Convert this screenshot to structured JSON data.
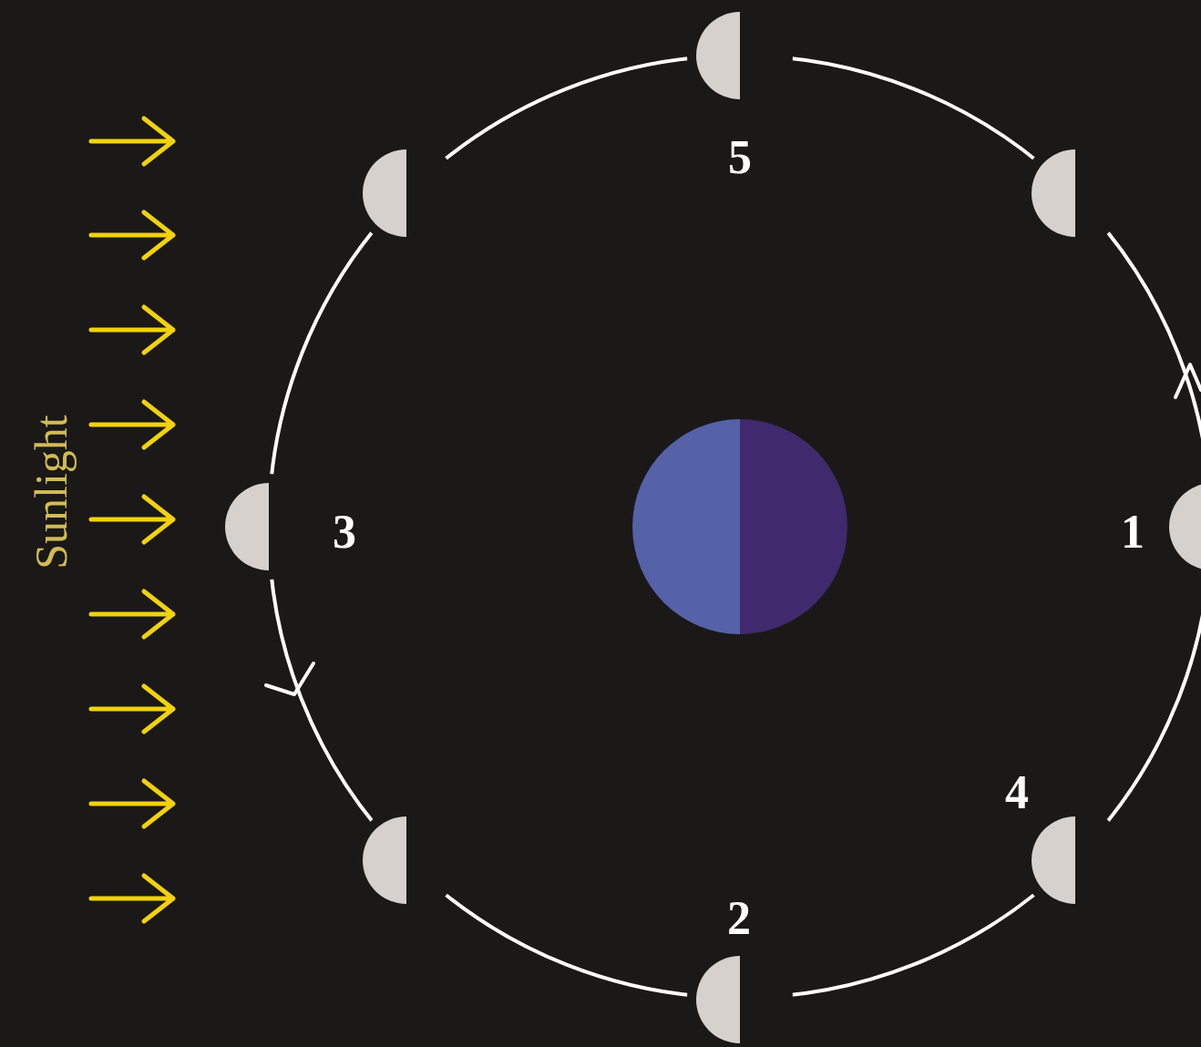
{
  "diagram": {
    "labels": [
      "Sunlight",
      "5",
      "3",
      "1",
      "4",
      "2"
    ]
  }
}
